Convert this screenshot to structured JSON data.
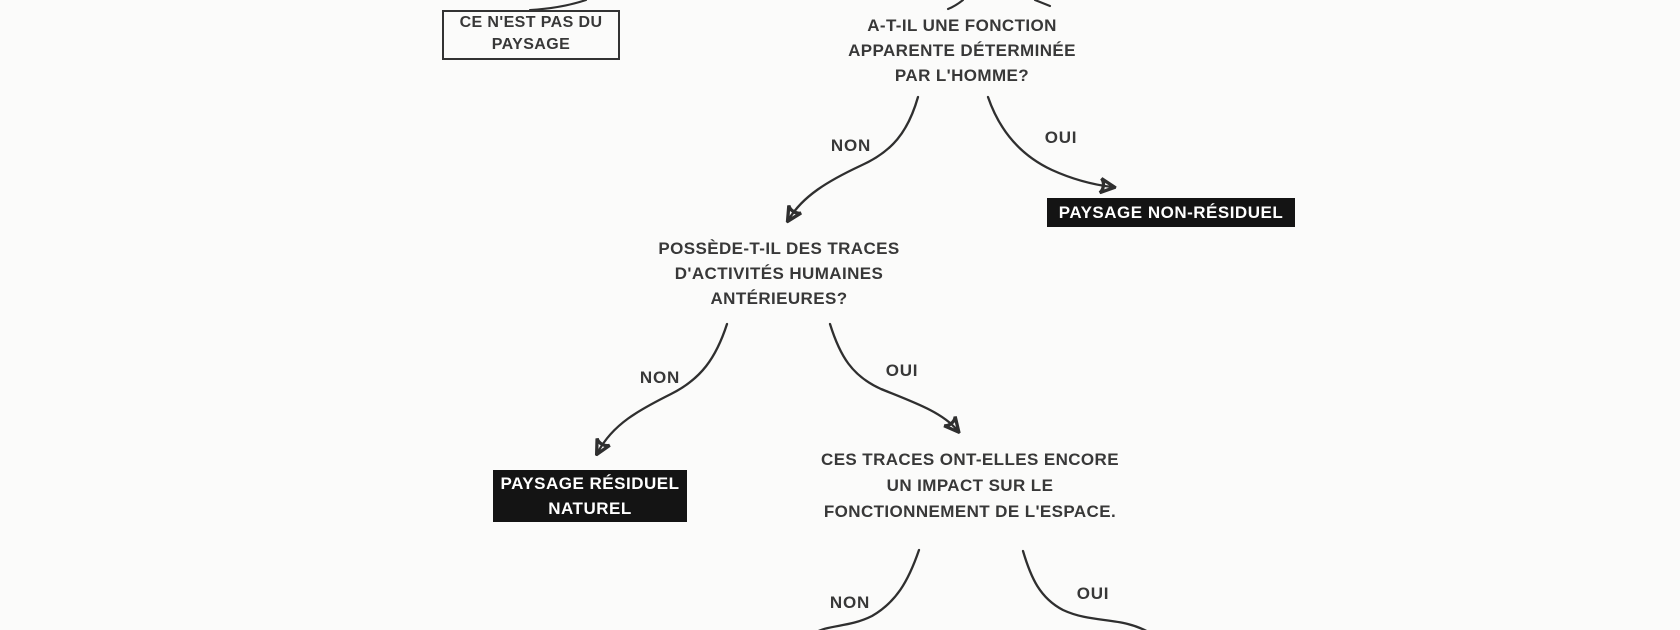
{
  "page": {
    "background": "#fbfbfa",
    "ink": "#2f2f2f",
    "terminal_bg": "#141414",
    "terminal_text": "#ffffff"
  },
  "nodes": {
    "not_landscape": {
      "lines": [
        "CE N'EST PAS DU",
        "PAYSAGE"
      ]
    },
    "question_function": {
      "lines": [
        "A-T-IL UNE FONCTION",
        "APPARENTE DÉTERMINÉE",
        "PAR L'HOMME?"
      ]
    },
    "terminal_non_residual": {
      "label": "PAYSAGE NON-RÉSIDUEL"
    },
    "question_traces": {
      "lines": [
        "POSSÈDE-T-IL DES TRACES",
        "D'ACTIVITÉS HUMAINES",
        "ANTÉRIEURES?"
      ]
    },
    "terminal_natural_residual": {
      "lines": [
        "PAYSAGE RÉSIDUEL",
        "NATUREL"
      ]
    },
    "question_impact": {
      "lines": [
        "CES TRACES ONT-ELLES ENCORE",
        "UN IMPACT SUR LE",
        "FONCTIONNEMENT DE L'ESPACE."
      ]
    }
  },
  "edge_labels": {
    "function_non": "NON",
    "function_oui": "OUI",
    "traces_non": "NON",
    "traces_oui": "OUI",
    "impact_non": "NON",
    "impact_oui": "OUI"
  }
}
